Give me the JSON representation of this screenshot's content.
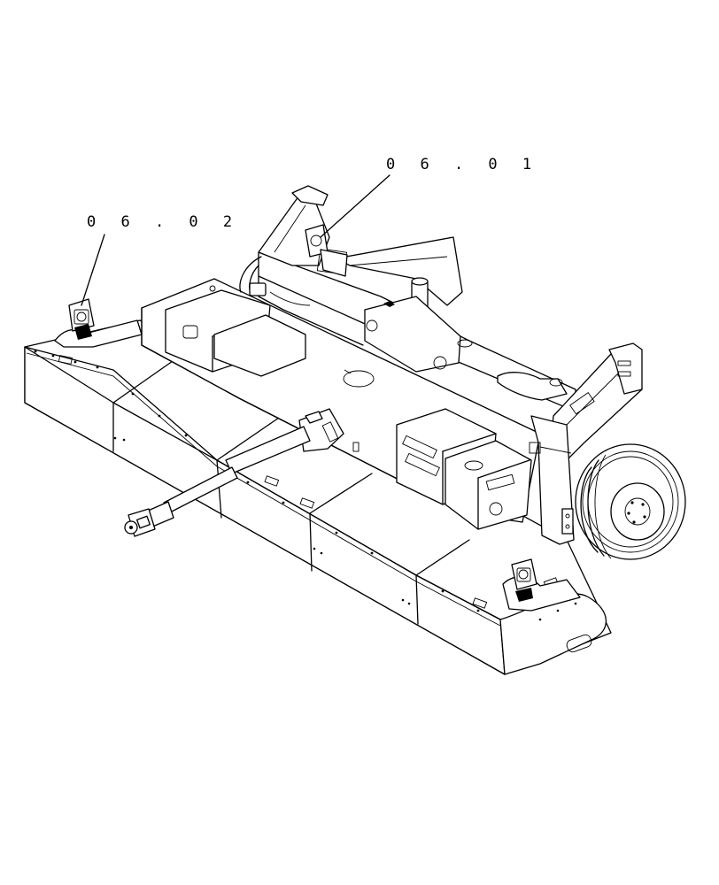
{
  "callouts": [
    {
      "id": "light-right",
      "label": "0 6 . 0 1"
    },
    {
      "id": "light-left",
      "label": "0 6 . 0 2"
    }
  ]
}
